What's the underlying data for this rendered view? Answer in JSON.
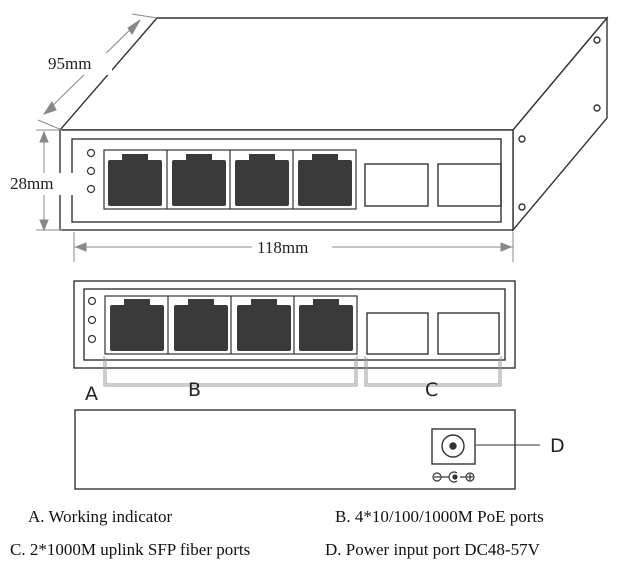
{
  "dimensions": {
    "depth": "95mm",
    "height": "28mm",
    "width": "118mm"
  },
  "labels": {
    "a": "A",
    "b": "B",
    "c": "C",
    "d": "D"
  },
  "legend": {
    "a": "A. Working indicator",
    "b": "B. 4*10/100/1000M PoE ports",
    "c": "C. 2*1000M uplink SFP fiber ports",
    "d": "D. Power input port DC48-57V"
  },
  "colors": {
    "line": "#333333",
    "port_fill": "#3a3a3a",
    "dim_line": "#888888"
  },
  "icons": [
    "led-indicator-icon",
    "rj45-port-icon",
    "sfp-port-icon",
    "dc-power-jack-icon",
    "polarity-symbol-icon"
  ]
}
